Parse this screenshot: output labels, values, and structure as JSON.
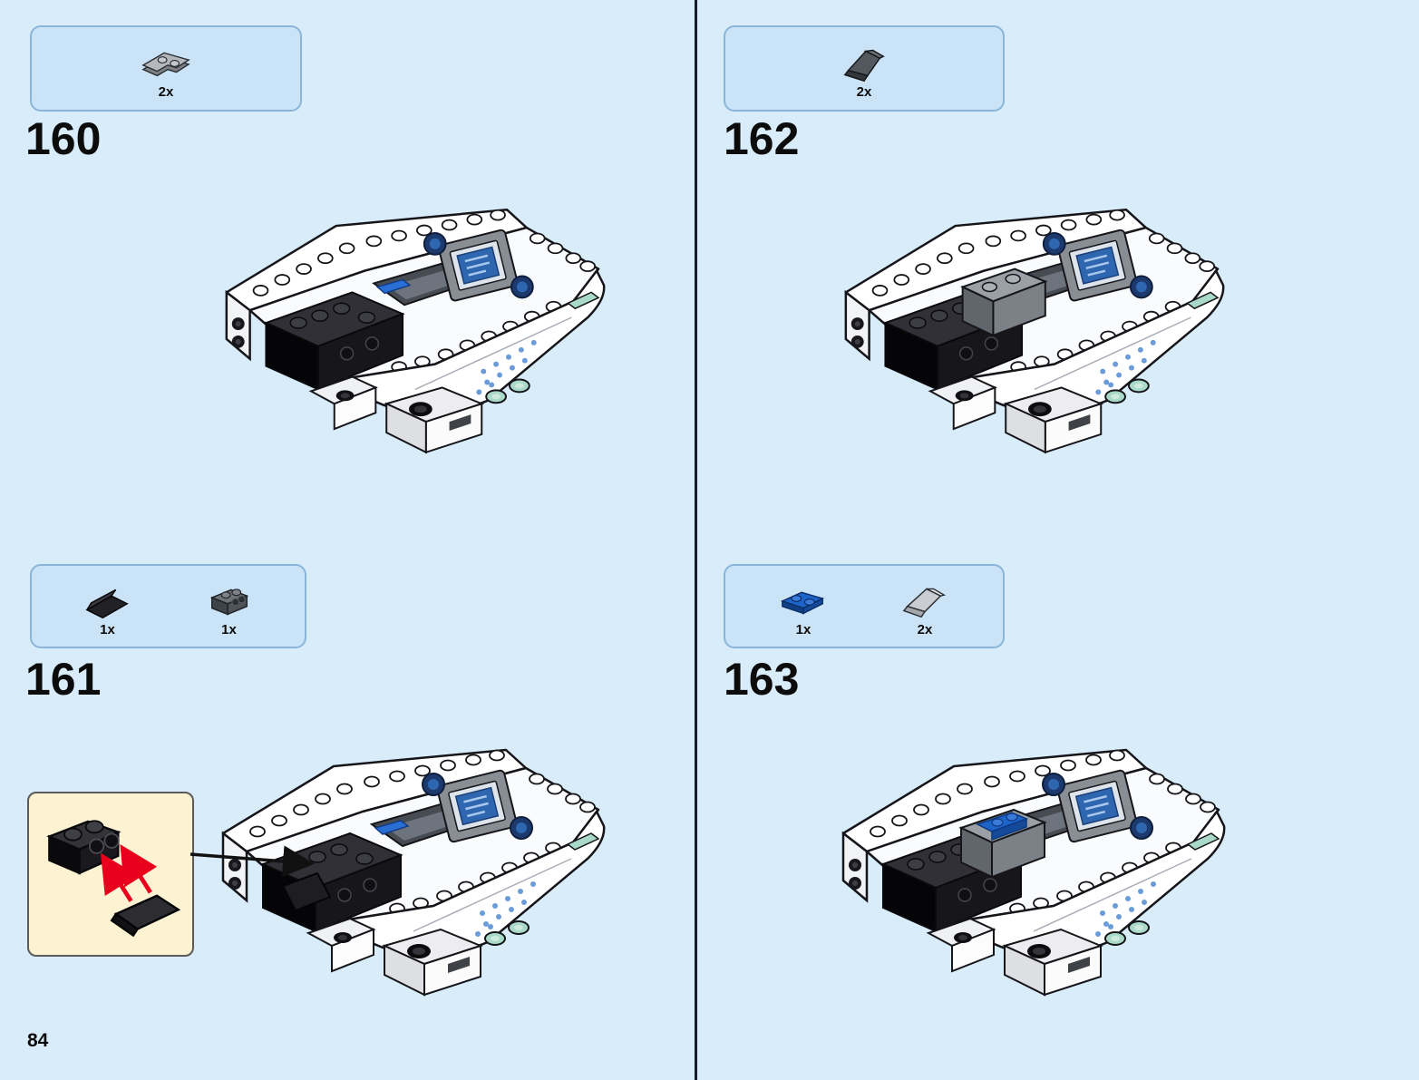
{
  "page": {
    "number": "84"
  },
  "colors": {
    "background": "#d8ecfa",
    "parts_box_fill": "#cbe3f6",
    "parts_box_border": "#8ab5d8",
    "divider": "#141b26",
    "callout_fill": "#fdf3d3",
    "callout_border": "#5b5b5b",
    "arrow_red": "#e8001d",
    "brick_blue": "#1e64c8",
    "screen_blue": "#2f66b0",
    "teal_accent": "#a9d9c9"
  },
  "steps": [
    {
      "number": "160",
      "parts": [
        {
          "icon": "corner-plate-light-gray-icon",
          "qty": "2x"
        }
      ]
    },
    {
      "number": "161",
      "parts": [
        {
          "icon": "slope-black-icon",
          "qty": "1x"
        },
        {
          "icon": "bracket-dark-gray-icon",
          "qty": "1x"
        }
      ]
    },
    {
      "number": "162",
      "parts": [
        {
          "icon": "slope-dark-gray-icon",
          "qty": "2x"
        }
      ]
    },
    {
      "number": "163",
      "parts": [
        {
          "icon": "plate-blue-icon",
          "qty": "1x"
        },
        {
          "icon": "slope-light-gray-icon",
          "qty": "2x"
        }
      ]
    }
  ]
}
